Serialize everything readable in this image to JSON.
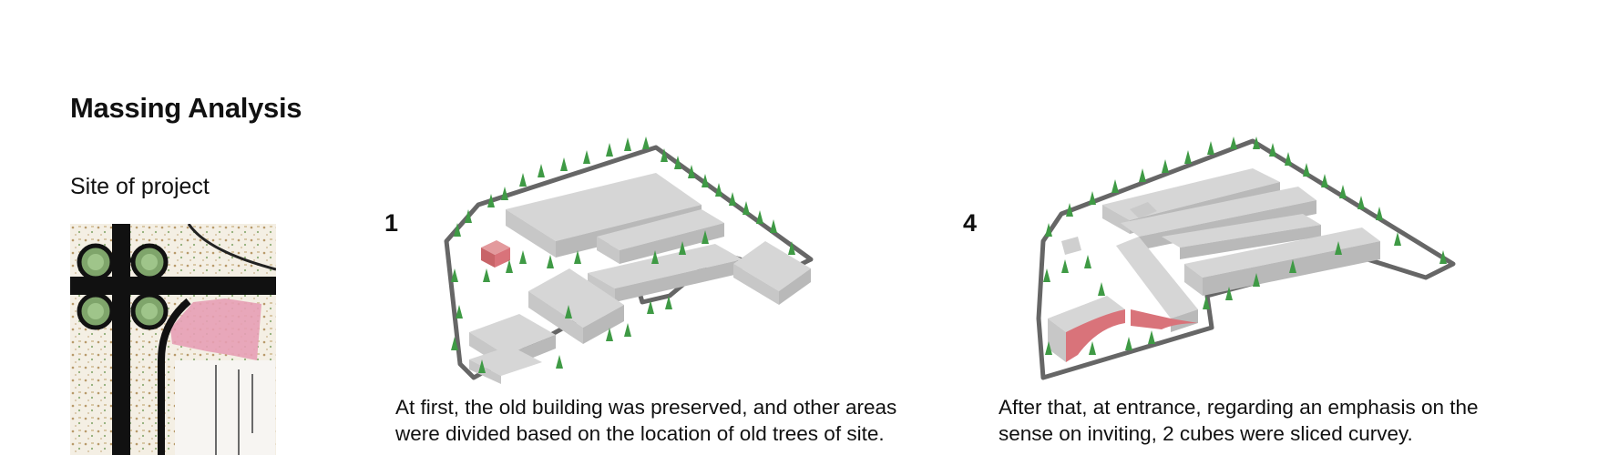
{
  "header": {
    "title": "Massing Analysis",
    "site_label": "Site of project"
  },
  "steps": [
    {
      "number": "1",
      "caption_lines": [
        "At first, the old building was preserved, and other areas",
        "were divided based on the location of old trees of site."
      ]
    },
    {
      "number": "4",
      "caption_lines": [
        "After that, at entrance, regarding an emphasis on the",
        "sense on inviting, 2 cubes were sliced curvey."
      ]
    }
  ],
  "colors": {
    "highlight": "#d9737a",
    "site_parcel": "#e79fb5",
    "road": "#111111",
    "tree": "#3f9a45",
    "boundary": "#666666"
  }
}
